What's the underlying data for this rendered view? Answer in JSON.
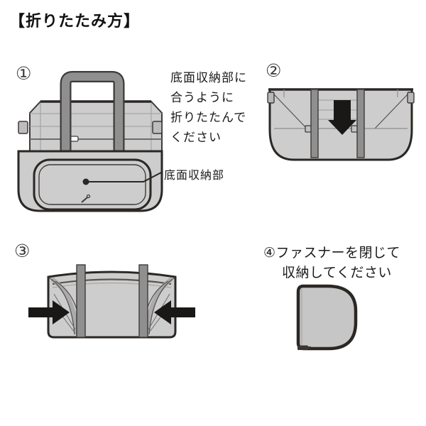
{
  "title": "【折りたたみ方】",
  "colors": {
    "background": "#ffffff",
    "text": "#1a1a1a",
    "outline": "#3e3a39",
    "outline_heavy": "#2b2725",
    "bag_fill": "#cdcdcd",
    "strap_gray": "#8f8f8f",
    "arrow_black": "#1a1717",
    "crease_gray": "#a5a5a5"
  },
  "steps": [
    {
      "number": "①",
      "lines": [
        "底面収納部に",
        "合うように",
        "折りたたんで",
        "ください"
      ],
      "callout_label": "底面収納部",
      "illustration": "tote-bag-front-view"
    },
    {
      "number": "②",
      "illustration": "bag-top-folded-down-arrow"
    },
    {
      "number": "③",
      "illustration": "bag-sides-pushed-inward"
    },
    {
      "number": "④",
      "lines": [
        "ファスナーを閉じて",
        "収納してください"
      ],
      "illustration": "zipped-storage-pouch"
    }
  ]
}
